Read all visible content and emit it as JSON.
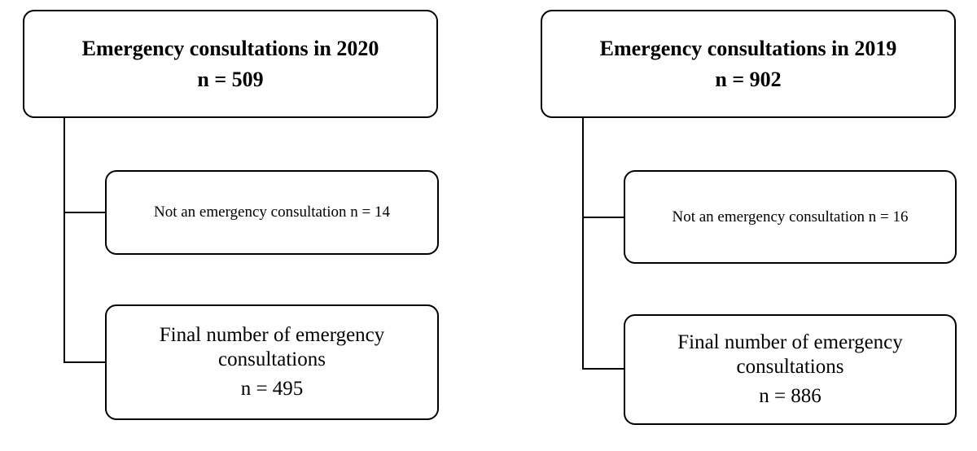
{
  "flows": [
    {
      "top": {
        "title": "Emergency consultations in 2020",
        "count": "n = 509"
      },
      "exclusion": {
        "text": "Not an emergency consultation n = 14"
      },
      "final": {
        "line1": "Final number of emergency",
        "line2": "consultations",
        "count": "n = 495"
      }
    },
    {
      "top": {
        "title": "Emergency consultations in 2019",
        "count": "n = 902"
      },
      "exclusion": {
        "text": "Not an emergency consultation n = 16"
      },
      "final": {
        "line1": "Final number of emergency",
        "line2": "consultations",
        "count": "n = 886"
      }
    }
  ]
}
